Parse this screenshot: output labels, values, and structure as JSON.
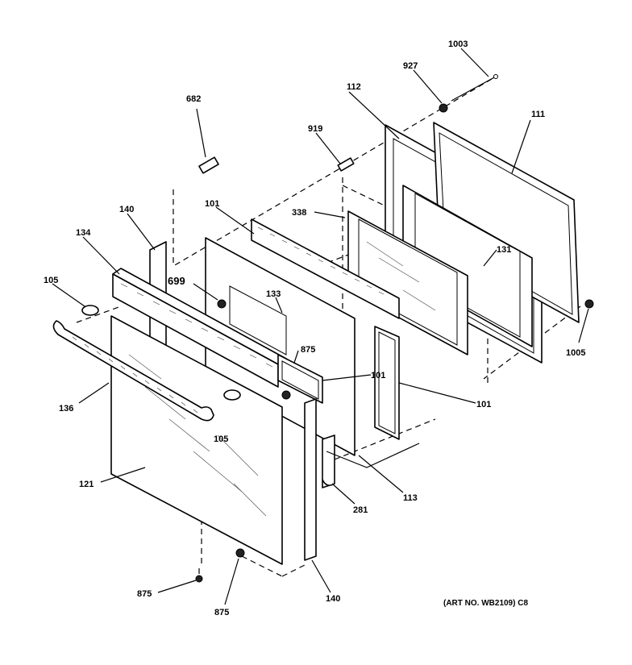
{
  "labels": {
    "l1003": "1003",
    "l927": "927",
    "l112": "112",
    "l111": "111",
    "l682": "682",
    "l919": "919",
    "l101a": "101",
    "l338": "338",
    "l140a": "140",
    "l134": "134",
    "l131": "131",
    "l105a": "105",
    "l699": "699",
    "l133": "133",
    "l875a": "875",
    "l1005": "1005",
    "l101b": "101",
    "l101c": "101",
    "l136": "136",
    "l105b": "105",
    "l121": "121",
    "l281": "281",
    "l113": "113",
    "l875b": "875",
    "l875c": "875",
    "l140b": "140"
  },
  "art_note": "(ART NO. WB2109) C8"
}
